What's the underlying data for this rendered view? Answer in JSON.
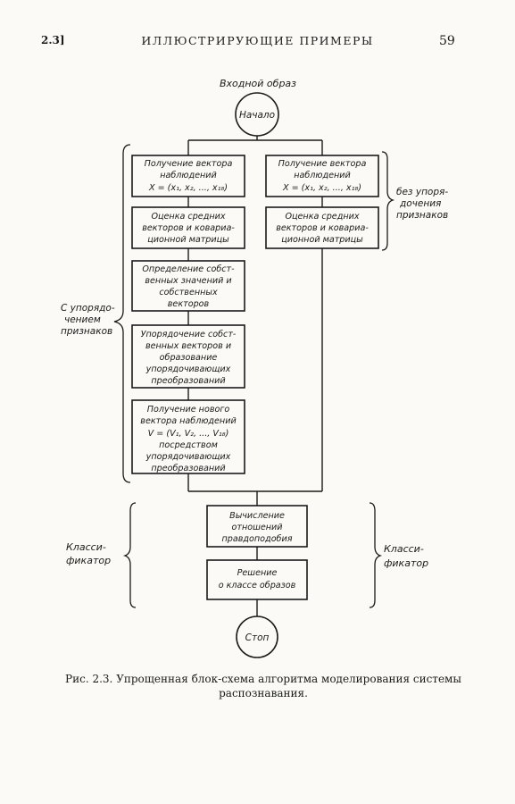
{
  "header": {
    "section": "2.3]",
    "title": "ИЛЛЮСТРИРУЮЩИЕ ПРИМЕРЫ",
    "page": "59"
  },
  "diagram": {
    "input_label": "Входной образ",
    "start": "Начало",
    "stop": "Стоп",
    "left_column": [
      [
        "Получение вектора",
        "наблюдений",
        "X = (x₁, x₂, ..., x₁₈)"
      ],
      [
        "Оценка средних",
        "векторов и ковариа-",
        "ционной матрицы"
      ],
      [
        "Определение собст-",
        "венных значений и",
        "собственных",
        "векторов"
      ],
      [
        "Упорядочение собст-",
        "венных векторов и",
        "образование",
        "упорядочивающих",
        "преобразований"
      ],
      [
        "Получение нового",
        "вектора наблюдений",
        "V = (V₁, V₂, ..., V₁₈)",
        "посредством",
        "упорядочивающих",
        "преобразований"
      ]
    ],
    "right_column": [
      [
        "Получение вектора",
        "наблюдений",
        "X = (x₁, x₂, ..., x₁₈)"
      ],
      [
        "Оценка средних",
        "векторов и ковариа-",
        "ционной матрицы"
      ]
    ],
    "classifier": [
      [
        "Вычисление",
        "отношений",
        "правдоподобия"
      ],
      [
        "Решение",
        "о классе образов"
      ]
    ],
    "labels": {
      "with_ordering": [
        "С упорядо-",
        "чением",
        "признаков"
      ],
      "without_ordering": [
        "без упоря-",
        "дочения",
        "признаков"
      ],
      "classifier_left": [
        "Класси-",
        "фикатор"
      ],
      "classifier_right": [
        "Класси-",
        "фикатор"
      ]
    }
  },
  "caption": {
    "label": "Рис. 2.3.",
    "text": "Упрощенная блок-схема алгоритма моделирования системы распознавания."
  }
}
